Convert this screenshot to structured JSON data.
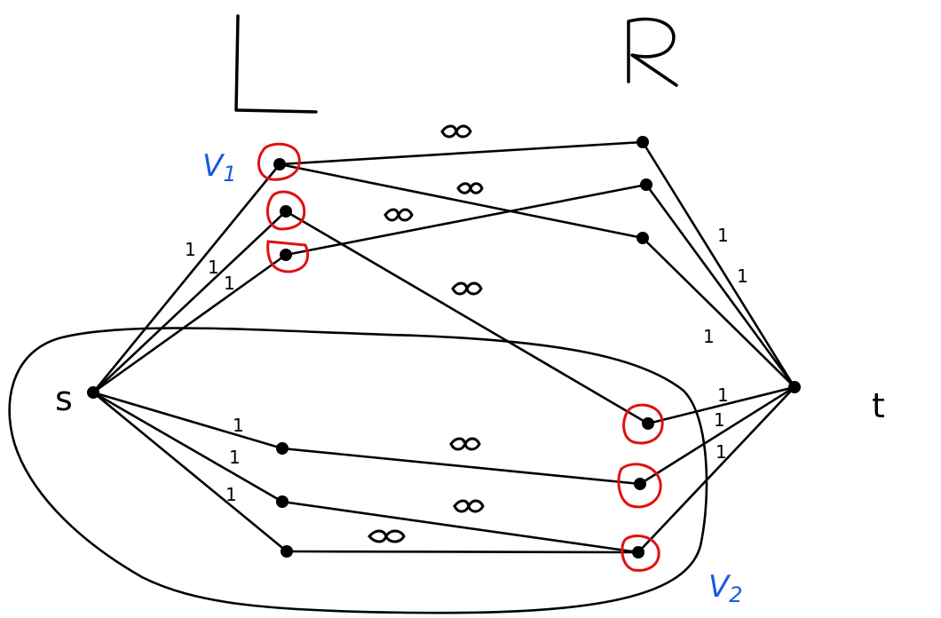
{
  "headings": {
    "left": "L",
    "right": "R"
  },
  "nodes": {
    "source": "s",
    "sink": "t"
  },
  "set_labels": {
    "v1_letter": "V",
    "v1_sub": "1",
    "v2_letter": "V",
    "v2_sub": "2"
  },
  "capacities": {
    "s_edges": [
      "1",
      "1",
      "1",
      "1",
      "1",
      "1"
    ],
    "t_edges": [
      "1",
      "1",
      "1",
      "1",
      "1",
      "1"
    ],
    "infinite": "∞"
  },
  "colors": {
    "ink": "#000000",
    "highlight_ring": "#e01010",
    "set_label": "#1a5ae0"
  }
}
